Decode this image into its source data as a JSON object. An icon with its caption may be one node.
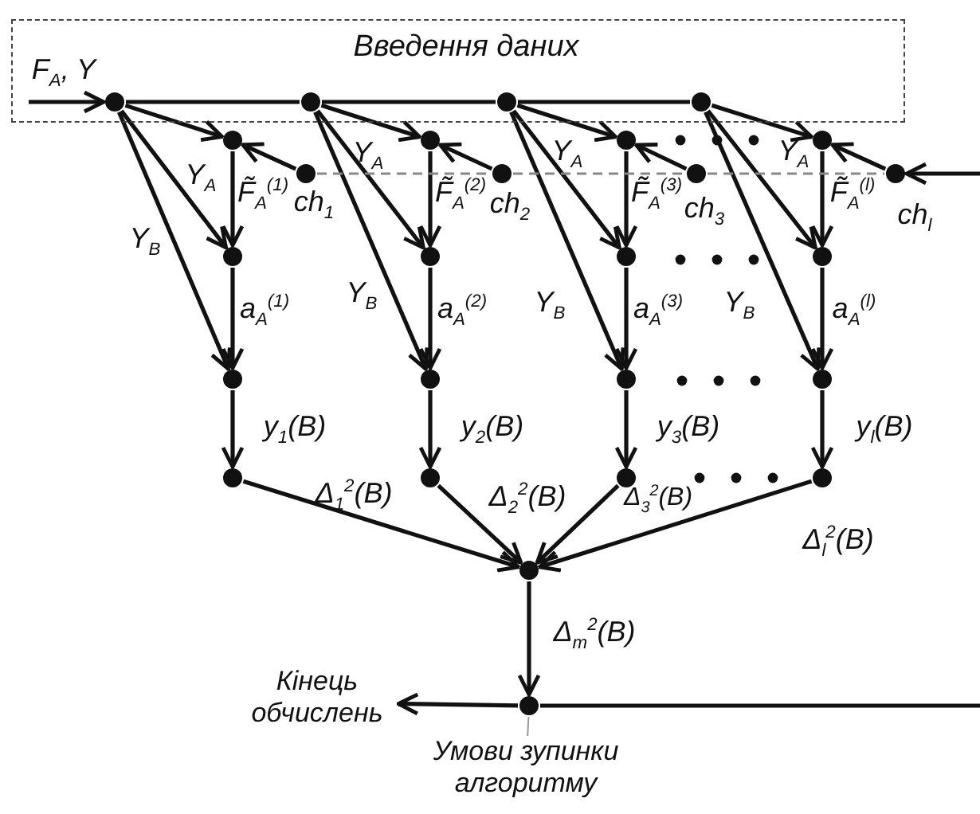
{
  "diagram": {
    "nodes": [
      {
        "text": [
          "Введення даних"
        ]
      },
      {
        "text": [],
        "shape": "circle",
        "in": 0
      },
      {
        "text": [],
        "shape": "circle",
        "in": 0
      },
      {
        "text": [],
        "shape": "circle",
        "in": 0
      },
      {
        "text": [],
        "shape": "circle",
        "in": 0
      },
      {
        "text": [],
        "shape": "circle"
      },
      {
        "text": [],
        "shape": "circle",
        "beside": [
          "ch$_{1}$"
        ]
      },
      {
        "text": [],
        "shape": "circle"
      },
      {
        "text": [],
        "shape": "circle"
      },
      {
        "text": [],
        "shape": "circle"
      },
      {
        "text": [],
        "shape": "circle"
      },
      {
        "text": [],
        "shape": "circle",
        "beside": [
          "ch$_{2}$"
        ]
      },
      {
        "text": [],
        "shape": "circle"
      },
      {
        "text": [],
        "shape": "circle"
      },
      {
        "text": [],
        "shape": "circle"
      },
      {
        "text": [],
        "shape": "circle"
      },
      {
        "text": [],
        "shape": "circle",
        "beside": [
          "ch$_{3}$"
        ]
      },
      {
        "text": [],
        "shape": "circle"
      },
      {
        "text": [],
        "shape": "circle"
      },
      {
        "text": [],
        "shape": "circle"
      },
      {
        "text": [],
        "shape": "circle"
      },
      {
        "text": [],
        "shape": "circle",
        "beside": [
          "ch$_{l}$"
        ]
      },
      {
        "text": [],
        "shape": "circle"
      },
      {
        "text": [],
        "shape": "circle"
      },
      {
        "text": [],
        "shape": "circle"
      },
      {
        "text": [],
        "shape": "circle"
      },
      {
        "text": [],
        "shape": "circle"
      },
      {
        "text": [
          "Кінець обчислень"
        ]
      },
      {
        "text": [
          "Умови зупинки алгоритму"
        ]
      }
    ],
    "edges": [
      {
        "from": null,
        "to": 1,
        "arrow": "to",
        "label": "F$_{A}$, Y"
      },
      {
        "from": 1,
        "to": 2,
        "arrow": "none"
      },
      {
        "from": 2,
        "to": 3,
        "arrow": "none"
      },
      {
        "from": 3,
        "to": 4,
        "arrow": "none"
      },
      {
        "from": 1,
        "to": 5,
        "arrow": "to"
      },
      {
        "from": 1,
        "to": 7,
        "arrow": "to",
        "label": "Y$_{A}$"
      },
      {
        "from": 1,
        "to": 8,
        "arrow": "to",
        "label": "Y$_{B}$"
      },
      {
        "from": 6,
        "to": 5,
        "arrow": "to"
      },
      {
        "from": 5,
        "to": 7,
        "arrow": "to",
        "label": "F̃$_{A}$$^{(1)}$"
      },
      {
        "from": 7,
        "to": 8,
        "arrow": "to",
        "label": "a$_{A}$$^{(1)}$"
      },
      {
        "from": 8,
        "to": 9,
        "arrow": "to",
        "label": "y$_{1}$(B)"
      },
      {
        "from": 9,
        "to": 25,
        "arrow": "to",
        "label": "Δ$_{1}$$^{2}$(B)"
      },
      {
        "from": 2,
        "to": 10,
        "arrow": "to"
      },
      {
        "from": 2,
        "to": 12,
        "arrow": "to",
        "label": "Y$_{A}$"
      },
      {
        "from": 2,
        "to": 13,
        "arrow": "to",
        "label": "Y$_{B}$"
      },
      {
        "from": 11,
        "to": 10,
        "arrow": "to"
      },
      {
        "from": 10,
        "to": 12,
        "arrow": "to",
        "label": "F̃$_{A}$$^{(2)}$"
      },
      {
        "from": 12,
        "to": 13,
        "arrow": "to",
        "label": "a$_{A}$$^{(2)}$"
      },
      {
        "from": 13,
        "to": 14,
        "arrow": "to",
        "label": "y$_{2}$(B)"
      },
      {
        "from": 14,
        "to": 25,
        "arrow": "to",
        "label": "Δ$_{2}$$^{2}$(B)"
      },
      {
        "from": 3,
        "to": 15,
        "arrow": "to"
      },
      {
        "from": 3,
        "to": 17,
        "arrow": "to",
        "label": "Y$_{A}$"
      },
      {
        "from": 3,
        "to": 18,
        "arrow": "to",
        "label": "Y$_{B}$"
      },
      {
        "from": 16,
        "to": 15,
        "arrow": "to"
      },
      {
        "from": 15,
        "to": 17,
        "arrow": "to",
        "label": "F̃$_{A}$$^{(3)}$"
      },
      {
        "from": 17,
        "to": 18,
        "arrow": "to",
        "label": "a$_{A}$$^{(3)}$"
      },
      {
        "from": 18,
        "to": 19,
        "arrow": "to",
        "label": "y$_{3}$(B)"
      },
      {
        "from": 19,
        "to": 25,
        "arrow": "to",
        "label": "Δ$_{3}$$^{2}$(B)"
      },
      {
        "from": 4,
        "to": 20,
        "arrow": "to"
      },
      {
        "from": 4,
        "to": 22,
        "arrow": "to",
        "label": "Y$_{A}$"
      },
      {
        "from": 4,
        "to": 23,
        "arrow": "to",
        "label": "Y$_{B}$"
      },
      {
        "from": 21,
        "to": 20,
        "arrow": "to"
      },
      {
        "from": 20,
        "to": 22,
        "arrow": "to",
        "label": "F̃$_{A}$$^{(l)}$"
      },
      {
        "from": 22,
        "to": 23,
        "arrow": "to",
        "label": "a$_{A}$$^{(l)}$"
      },
      {
        "from": 23,
        "to": 24,
        "arrow": "to",
        "label": "y$_{l}$(B)"
      },
      {
        "from": 24,
        "to": 25,
        "arrow": "to",
        "label": "Δ$_{l}$$^{2}$(B)"
      },
      {
        "from": 6,
        "to": 11,
        "arrow": "none",
        "style": "dashed",
        "color": "#888888"
      },
      {
        "from": 11,
        "to": 16,
        "arrow": "none",
        "style": "dashed",
        "color": "#888888"
      },
      {
        "from": 16,
        "to": 21,
        "arrow": "none",
        "style": "dashed",
        "color": "#888888"
      },
      {
        "from": null,
        "to": 21,
        "arrow": "to"
      },
      {
        "from": 25,
        "to": 26,
        "arrow": "to",
        "label": "Δ$_{m}$$^{2}$(B)"
      },
      {
        "from": 26,
        "to": 27,
        "arrow": "to"
      },
      {
        "from": null,
        "to": 26,
        "arrow": "none"
      },
      {
        "from": 28,
        "to": 26,
        "arrow": "none",
        "color": "#999999"
      }
    ]
  }
}
